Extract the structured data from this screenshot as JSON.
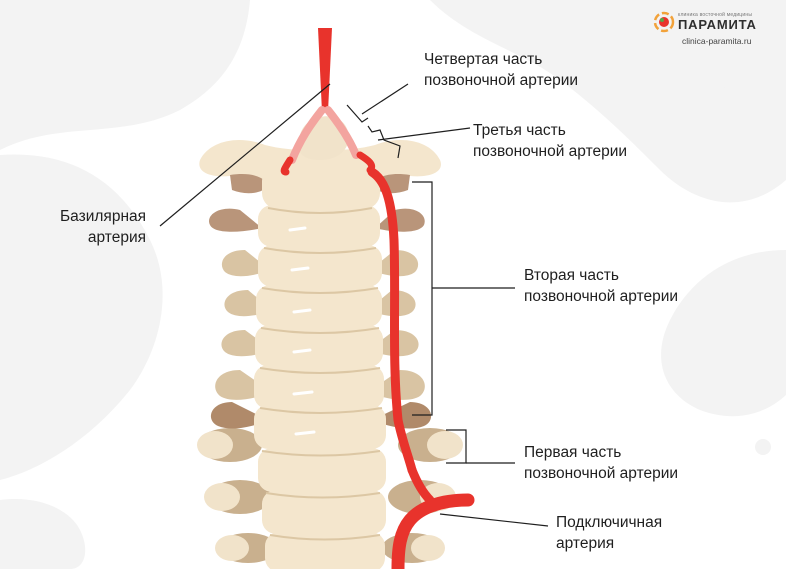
{
  "logo": {
    "tagline": "клиника восточной медицины",
    "name": "ПАРАМИТА",
    "site": "clinica-paramita.ru"
  },
  "labels": {
    "fourth": [
      "Четвертая часть",
      "позвоночной артерии"
    ],
    "third": [
      "Третья часть",
      "позвоночной артерии"
    ],
    "basilar": [
      "Базилярная",
      "артерия"
    ],
    "second": [
      "Вторая часть",
      "позвоночной артерии"
    ],
    "first": [
      "Первая часть",
      "позвоночной артерии"
    ],
    "subclavian": [
      "Подключичная",
      "артерия"
    ]
  },
  "colors": {
    "artery": "#e8332c",
    "bone": "#f4e6cd",
    "bone_shadow": "#dcc7a4",
    "bone_dark": "#b08a6a",
    "background_blob": "#f3f3f3"
  }
}
